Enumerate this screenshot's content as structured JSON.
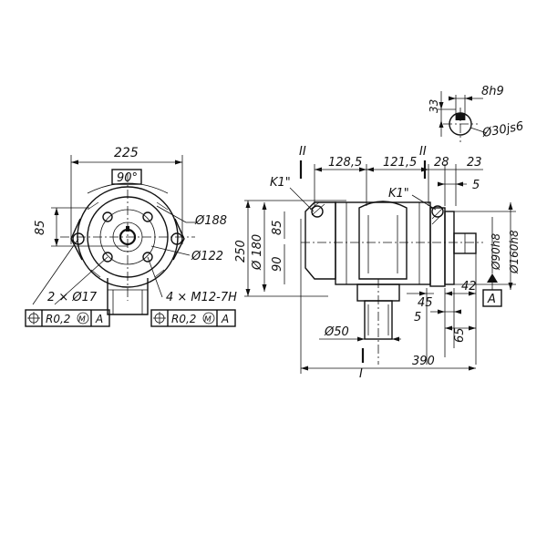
{
  "colors": {
    "ink": "#111111",
    "paper": "#ffffff"
  },
  "front_view": {
    "dim_width": "225",
    "dim_angle": "90°",
    "dim_height": "85",
    "dim_dia_bolt_circle": "Ø188",
    "dim_dia_pilot": "Ø122",
    "holes_label": "2 × Ø17",
    "threads_label": "4 × M12-7H",
    "tol_frame_1": {
      "position": "⌖",
      "value": "R0,2",
      "modifier": "M",
      "datum": "A"
    },
    "tol_frame_2": {
      "position": "⌖",
      "value": "R0,2",
      "modifier": "M",
      "datum": "A"
    }
  },
  "side_view": {
    "section_top_left": "II",
    "section_top_right": "II",
    "section_bottom": "I",
    "dim_128_5": "128,5",
    "dim_121_5": "121,5",
    "dim_28": "28",
    "dim_23": "23",
    "dim_5_top": "5",
    "label_k1_left": "K1\"",
    "label_k1_right": "K1\"",
    "dim_250": "250",
    "dim_dia_180": "Ø 180",
    "dim_85": "85",
    "dim_90": "90",
    "dim_dia_90h8": "Ø90h8",
    "dim_dia_160h8": "Ø160h8",
    "dim_45": "45",
    "dim_42": "42",
    "dim_5_bottom": "5",
    "dim_65": "65",
    "dim_dia_50": "Ø50",
    "dim_390": "390",
    "datum_a": "A"
  },
  "detail": {
    "dim_8h9": "8h9",
    "dim_33": "33",
    "dim_dia_30js6": "Ø30js6"
  }
}
